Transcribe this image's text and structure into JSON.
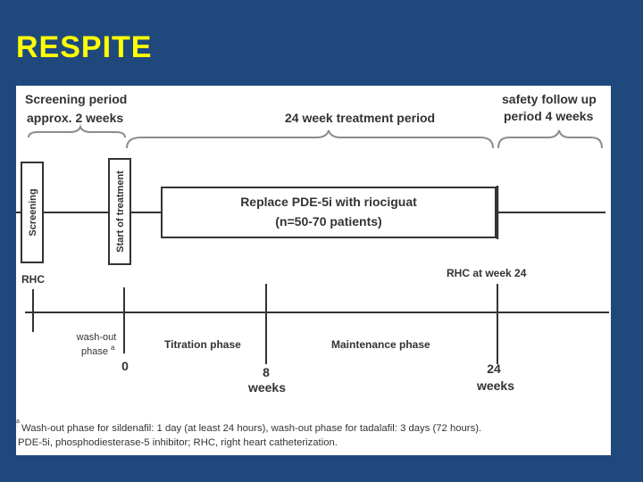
{
  "slide": {
    "title": "RESPITE"
  },
  "diagram": {
    "screening_period": [
      "Screening period",
      "approx. 2 weeks"
    ],
    "treatment_period": "24 week treatment period",
    "followup_period": [
      "safety follow up",
      "period 4 weeks"
    ],
    "screening_box": "Screening",
    "start_box": "Start of treatment",
    "replace_box": [
      "Replace PDE-5i with riociguat",
      "(n=50-70 patients)"
    ],
    "rhc_left": "RHC",
    "rhc_right": "RHC  at week 24",
    "washout": [
      "wash-out",
      "phase"
    ],
    "washout_sup": "a",
    "titration": "Titration phase",
    "maintenance": "Maintenance phase",
    "tick_0": "0",
    "tick_8": [
      "8",
      "weeks"
    ],
    "tick_24": [
      "24",
      "weeks"
    ],
    "footnote": [
      "Wash-out phase for sildenafil: 1 day (at least 24 hours), wash-out phase for tadalafil: 3 days (72 hours).",
      "PDE-5i, phosphodiesterase-5 inhibitor; RHC, right heart catheterization."
    ],
    "footnote_sup": "a"
  }
}
